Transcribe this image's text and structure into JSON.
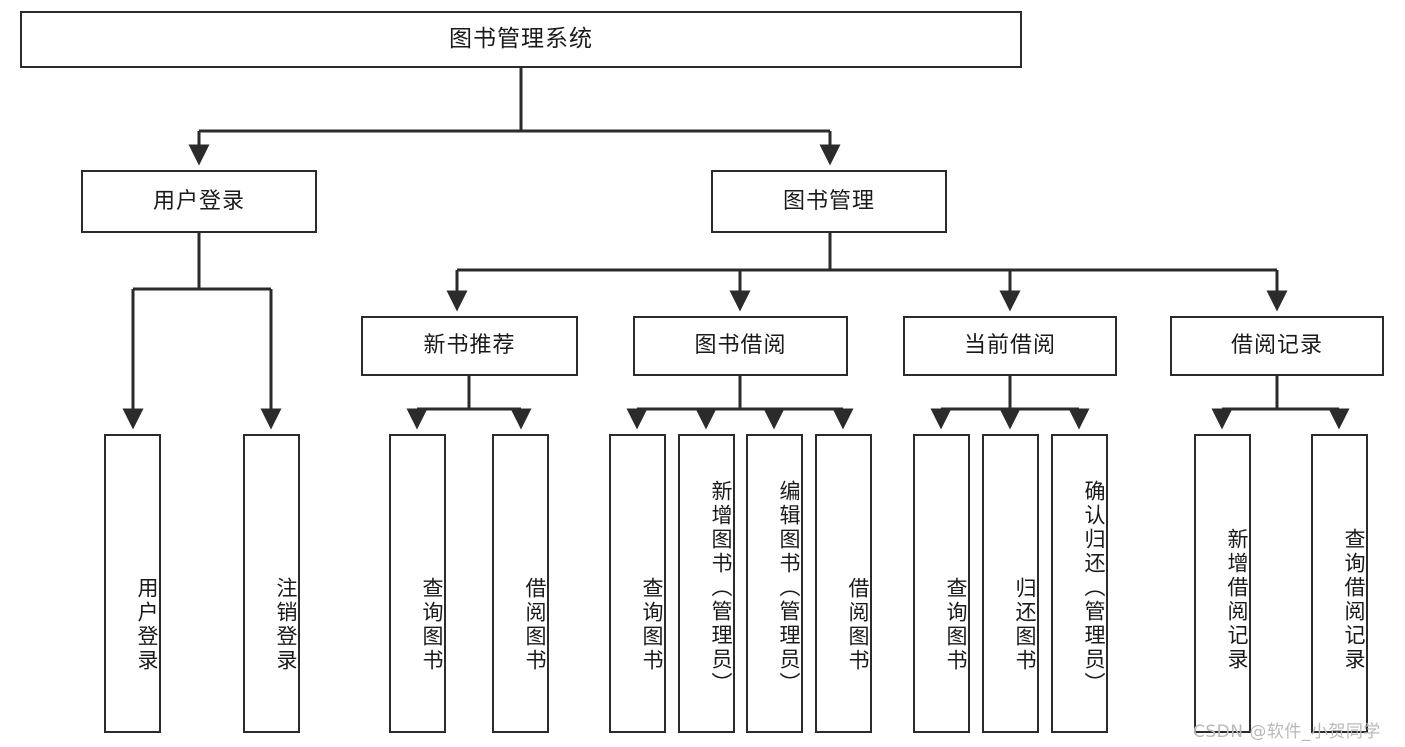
{
  "diagram": {
    "title": "图书管理系统",
    "type": "tree-structure-chart",
    "watermark": "CSDN @软件_小贺同学",
    "colors": {
      "stroke": "#2b2b2b",
      "fill": "#ffffff",
      "text": "#1a1a1a",
      "watermark": "#b9b9b9"
    },
    "root": {
      "label": "图书管理系统"
    },
    "level2": [
      {
        "label": "用户登录"
      },
      {
        "label": "图书管理"
      }
    ],
    "level3": [
      {
        "label": "新书推荐"
      },
      {
        "label": "图书借阅"
      },
      {
        "label": "当前借阅"
      },
      {
        "label": "借阅记录"
      }
    ],
    "leaves": {
      "user_login": [
        {
          "label": "用户登录"
        },
        {
          "label": "注销登录"
        }
      ],
      "new_book_recommend": [
        {
          "label": "查询图书"
        },
        {
          "label": "借阅图书"
        }
      ],
      "book_borrow": [
        {
          "label": "查询图书"
        },
        {
          "label": "新增图书（管理员）"
        },
        {
          "label": "编辑图书（管理员）"
        },
        {
          "label": "借阅图书"
        }
      ],
      "current_borrow": [
        {
          "label": "查询图书"
        },
        {
          "label": "归还图书"
        },
        {
          "label": "确认归还（管理员）"
        }
      ],
      "borrow_record": [
        {
          "label": "新增借阅记录"
        },
        {
          "label": "查询借阅记录"
        }
      ]
    }
  }
}
